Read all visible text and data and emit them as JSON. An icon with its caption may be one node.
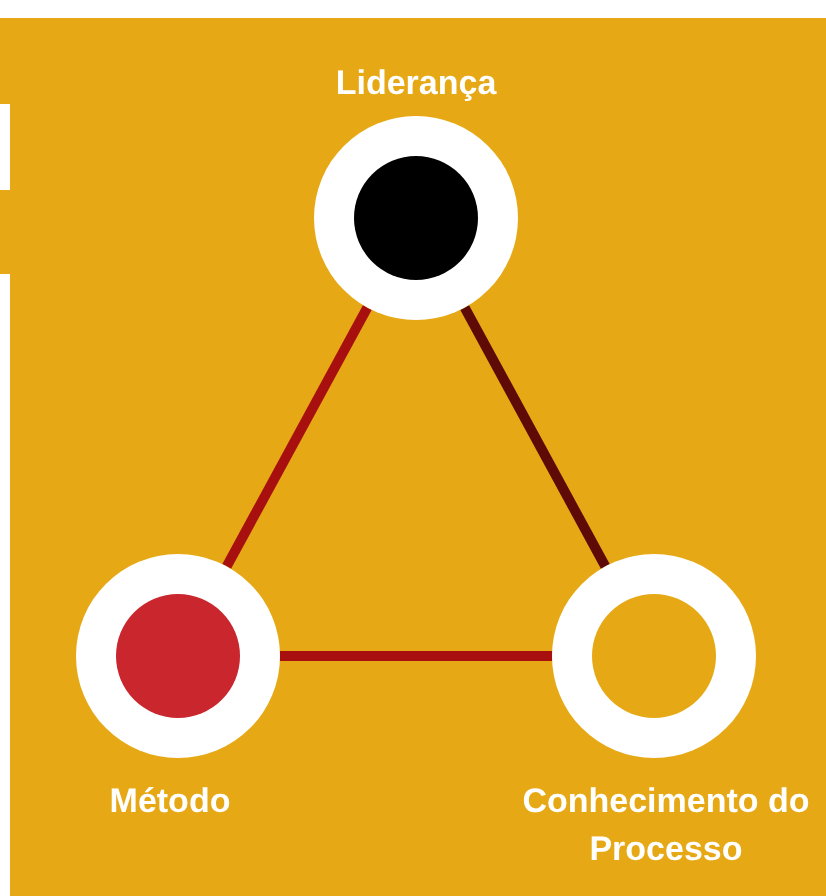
{
  "diagram": {
    "nodes": [
      {
        "text": [
          "Liderança"
        ]
      },
      {
        "text": [
          "Método"
        ]
      },
      {
        "text": [
          "Conhecimento do Processo"
        ]
      }
    ],
    "edges": [
      {
        "from": 0,
        "to": 1,
        "arrow": "none",
        "color": "#a8100f"
      },
      {
        "from": 0,
        "to": 2,
        "arrow": "none",
        "color": "#5e0a06"
      },
      {
        "from": 1,
        "to": 2,
        "arrow": "none",
        "color": "#a8100f"
      }
    ]
  }
}
